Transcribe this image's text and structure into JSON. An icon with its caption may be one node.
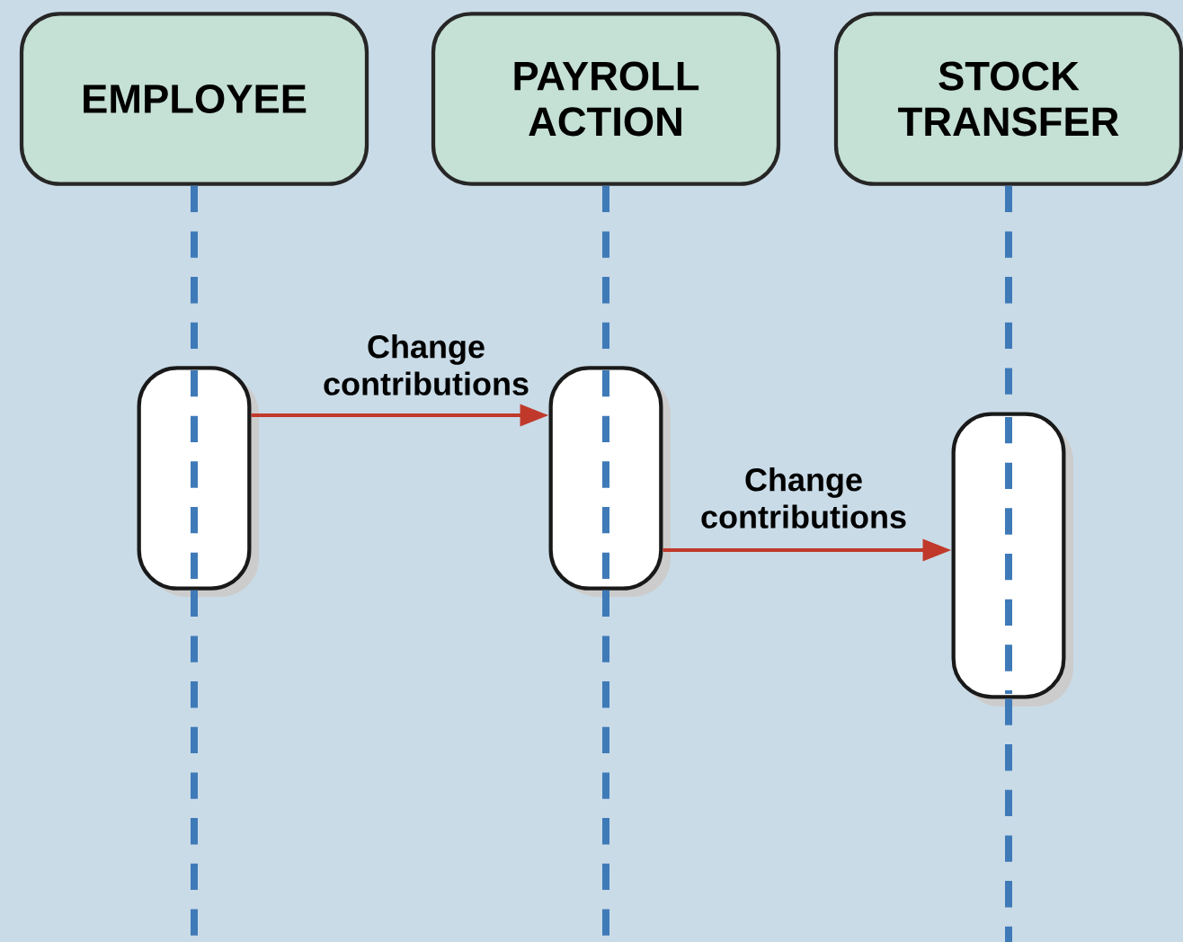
{
  "diagram": {
    "nodes": [
      {
        "text": [
          "EMPLOYEE"
        ]
      },
      {
        "text": [
          "PAYROLL ACTION"
        ]
      },
      {
        "text": [
          "STOCK TRANSFER"
        ]
      },
      {
        "text": [],
        "shape": "box"
      },
      {
        "text": [],
        "shape": "box"
      },
      {
        "text": [],
        "shape": "box"
      }
    ],
    "edges": [
      {
        "from": 0,
        "to": 3,
        "arrow": "none",
        "style": "dashed"
      },
      {
        "from": 1,
        "to": 4,
        "arrow": "none",
        "style": "dashed"
      },
      {
        "from": 2,
        "to": 5,
        "arrow": "none",
        "style": "dashed"
      },
      {
        "from": 3,
        "to": null,
        "arrow": "none",
        "style": "dashed"
      },
      {
        "from": 4,
        "to": null,
        "arrow": "none",
        "style": "dashed"
      },
      {
        "from": 5,
        "to": null,
        "arrow": "none",
        "style": "dashed"
      },
      {
        "from": 3,
        "to": 4,
        "arrow": "to",
        "label": "Change contributions",
        "color": "#c0392b"
      },
      {
        "from": 4,
        "to": 5,
        "arrow": "to",
        "label": "Change contributions",
        "color": "#c0392b"
      }
    ]
  }
}
